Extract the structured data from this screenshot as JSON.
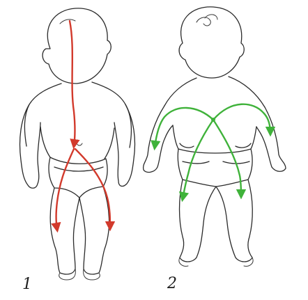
{
  "figures": [
    {
      "id": "front",
      "label": "1",
      "view": "front",
      "arrow_color": "#d23a2c",
      "arrow_count": 3
    },
    {
      "id": "back",
      "label": "2",
      "view": "back",
      "arrow_color": "#3fb23a",
      "arrow_count": 4
    }
  ]
}
